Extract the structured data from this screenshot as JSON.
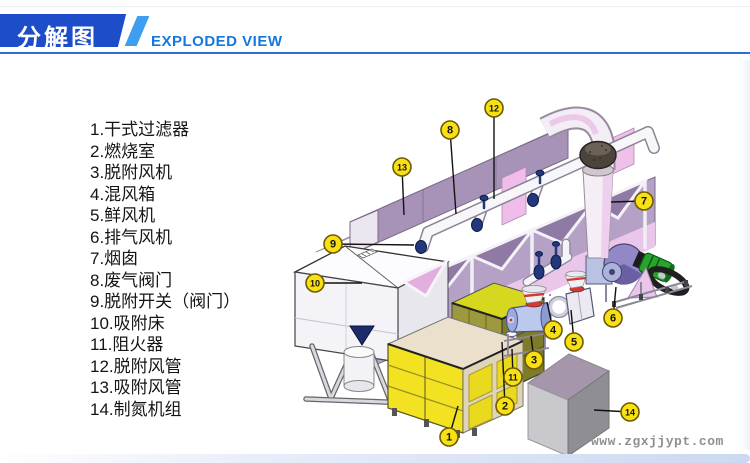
{
  "header": {
    "title_cn": "分解图",
    "title_en": "EXPLODED VIEW",
    "banner_color": "#1d4dc9",
    "accent_color": "#3f9ef0",
    "title_en_color": "#1478df",
    "underline_color": "#2e6fd6"
  },
  "parts_list": {
    "items": [
      {
        "num": "1",
        "name": "干式过滤器"
      },
      {
        "num": "2",
        "name": "燃烧室"
      },
      {
        "num": "3",
        "name": "脱附风机"
      },
      {
        "num": "4",
        "name": "混风箱"
      },
      {
        "num": "5",
        "name": "鲜风机"
      },
      {
        "num": "6",
        "name": "排气风机"
      },
      {
        "num": "7",
        "name": "烟囱"
      },
      {
        "num": "8",
        "name": "废气阀门"
      },
      {
        "num": "9",
        "name": "脱附开关（阀门）"
      },
      {
        "num": "10",
        "name": "吸附床"
      },
      {
        "num": "11",
        "name": "阻火器"
      },
      {
        "num": "12",
        "name": "脱附风管"
      },
      {
        "num": "13",
        "name": "吸附风管"
      },
      {
        "num": "14",
        "name": "制氮机组"
      }
    ]
  },
  "diagram": {
    "callout_numbers": [
      "1",
      "2",
      "3",
      "4",
      "5",
      "6",
      "7",
      "8",
      "9",
      "10",
      "11",
      "12",
      "13",
      "14"
    ],
    "callout_fill": "#f8e014",
    "callout_stroke": "#6b5c00"
  },
  "watermark": {
    "text": "www.zgxjjypt.com",
    "color": "#8f8f8f"
  }
}
